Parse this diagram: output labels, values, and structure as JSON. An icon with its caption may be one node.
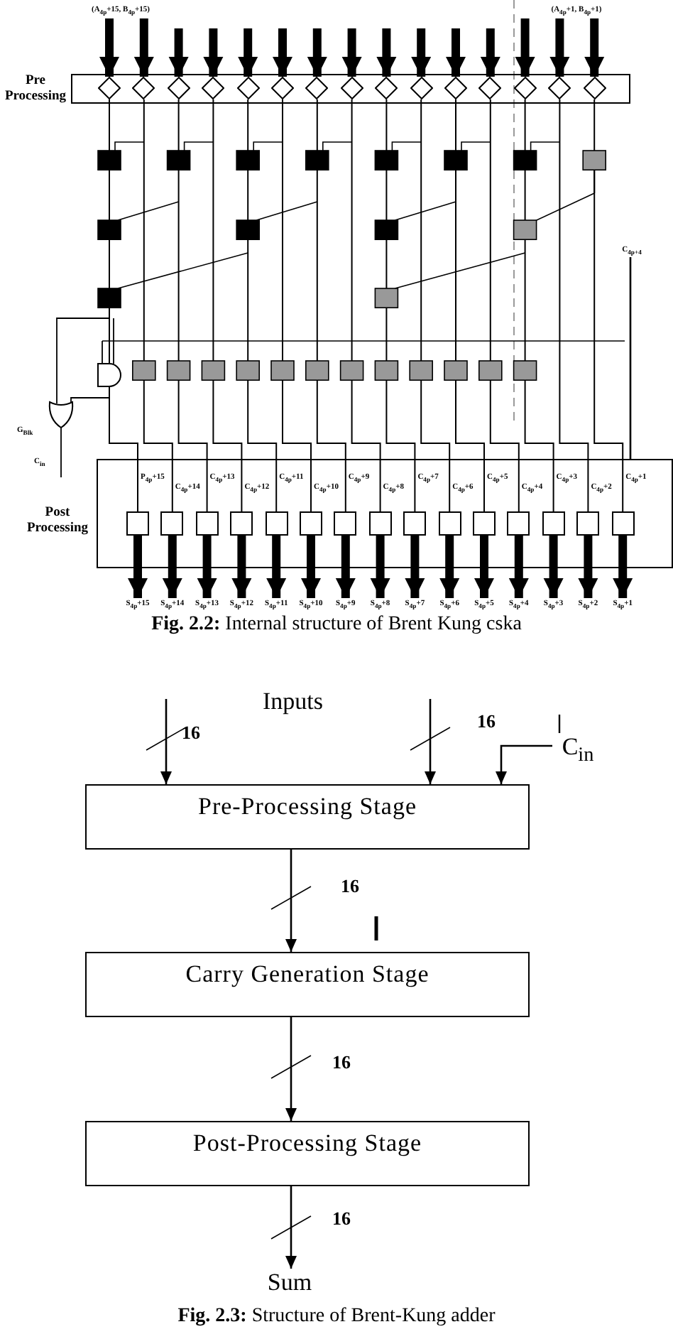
{
  "diagram": {
    "nodes": [
      {
        "text": [
          "Pre Processing"
        ]
      },
      {
        "text": [],
        "shape": "diamond",
        "in": 0
      },
      {
        "text": [],
        "shape": "diamond",
        "in": 0
      },
      {
        "text": [],
        "shape": "diamond",
        "in": 0
      },
      {
        "text": [],
        "shape": "diamond",
        "in": 0
      },
      {
        "text": [],
        "shape": "diamond",
        "in": 0
      },
      {
        "text": [],
        "shape": "diamond",
        "in": 0
      },
      {
        "text": [],
        "shape": "diamond",
        "in": 0
      },
      {
        "text": [],
        "shape": "diamond",
        "in": 0
      },
      {
        "text": [],
        "shape": "diamond",
        "in": 0
      },
      {
        "text": [],
        "shape": "diamond",
        "in": 0
      },
      {
        "text": [],
        "shape": "diamond",
        "in": 0
      },
      {
        "text": [],
        "shape": "diamond",
        "in": 0
      },
      {
        "text": [],
        "shape": "diamond",
        "in": 0
      },
      {
        "text": [],
        "shape": "diamond",
        "in": 0
      },
      {
        "text": [],
        "shape": "diamond",
        "in": 0
      },
      {
        "text": [
          "Post Processing"
        ]
      },
      {
        "text": [],
        "shape": "box",
        "in": 16
      },
      {
        "text": [],
        "shape": "box",
        "in": 16
      },
      {
        "text": [],
        "shape": "box",
        "in": 16
      },
      {
        "text": [],
        "shape": "box",
        "in": 16
      },
      {
        "text": [],
        "shape": "box",
        "in": 16
      },
      {
        "text": [],
        "shape": "box",
        "in": 16
      },
      {
        "text": [],
        "shape": "box",
        "in": 16
      },
      {
        "text": [],
        "shape": "box",
        "in": 16
      },
      {
        "text": [],
        "shape": "box",
        "in": 16
      },
      {
        "text": [],
        "shape": "box",
        "in": 16
      },
      {
        "text": [],
        "shape": "box",
        "in": 16
      },
      {
        "text": [],
        "shape": "box",
        "in": 16
      },
      {
        "text": [],
        "shape": "box",
        "in": 16
      },
      {
        "text": [],
        "shape": "box",
        "in": 16
      },
      {
        "text": [],
        "shape": "box",
        "in": 16
      },
      {
        "text": [
          "Pre-Processing Stage"
        ]
      },
      {
        "text": [
          "Carry Generation Stage"
        ]
      },
      {
        "text": [
          "Post-Processing Stage"
        ]
      },
      {
        "text": [
          "Sum"
        ]
      },
      {
        "text": [
          "C$_{in}$"
        ]
      },
      {
        "text": [
          "C$_{4p+4}$"
        ]
      },
      {
        "text": [
          "(A$_{4p}$+15, B$_{4p}$+15)"
        ]
      },
      {
        "text": [
          "(A$_{4p}$+1, B$_{4p}$+1)"
        ]
      },
      {
        "text": [
          "S$_{4p}$+15"
        ]
      },
      {
        "text": [
          "S$_{4p}$+14"
        ]
      },
      {
        "text": [
          "S$_{4p}$+13"
        ]
      },
      {
        "text": [
          "S$_{4p}$+12"
        ]
      },
      {
        "text": [
          "S$_{4p}$+11"
        ]
      },
      {
        "text": [
          "S$_{4p}$+10"
        ]
      },
      {
        "text": [
          "S$_{4p}$+9"
        ]
      },
      {
        "text": [
          "S$_{4p}$+8"
        ]
      },
      {
        "text": [
          "S$_{4p}$+7"
        ]
      },
      {
        "text": [
          "S$_{4p}$+6"
        ]
      },
      {
        "text": [
          "S$_{4p}$+5"
        ]
      },
      {
        "text": [
          "S$_{4p}$+4"
        ]
      },
      {
        "text": [
          "S$_{4p}$+3"
        ]
      },
      {
        "text": [
          "S$_{4p}$+2"
        ]
      },
      {
        "text": [
          "S$_{4p}$+1"
        ]
      }
    ],
    "edges": [
      {
        "from": 38,
        "to": 1,
        "arrow": "to"
      },
      {
        "from": 38,
        "to": 2,
        "arrow": "to"
      },
      {
        "from": null,
        "to": 3,
        "arrow": "to"
      },
      {
        "from": null,
        "to": 4,
        "arrow": "to"
      },
      {
        "from": null,
        "to": 5,
        "arrow": "to"
      },
      {
        "from": null,
        "to": 6,
        "arrow": "to"
      },
      {
        "from": null,
        "to": 7,
        "arrow": "to"
      },
      {
        "from": null,
        "to": 8,
        "arrow": "to"
      },
      {
        "from": null,
        "to": 9,
        "arrow": "to"
      },
      {
        "from": null,
        "to": 10,
        "arrow": "to"
      },
      {
        "from": null,
        "to": 11,
        "arrow": "to"
      },
      {
        "from": null,
        "to": 12,
        "arrow": "to"
      },
      {
        "from": 39,
        "to": 13,
        "arrow": "to"
      },
      {
        "from": 39,
        "to": 14,
        "arrow": "to"
      },
      {
        "from": 39,
        "to": 15,
        "arrow": "to"
      },
      {
        "from": 1,
        "to": 17,
        "arrow": "none"
      },
      {
        "from": 2,
        "to": 18,
        "arrow": "none"
      },
      {
        "from": 3,
        "to": 19,
        "arrow": "none"
      },
      {
        "from": 4,
        "to": 20,
        "arrow": "none"
      },
      {
        "from": 5,
        "to": 21,
        "arrow": "none"
      },
      {
        "from": 6,
        "to": 22,
        "arrow": "none"
      },
      {
        "from": 7,
        "to": 23,
        "arrow": "none"
      },
      {
        "from": 8,
        "to": 24,
        "arrow": "none"
      },
      {
        "from": 9,
        "to": 25,
        "arrow": "none"
      },
      {
        "from": 10,
        "to": 26,
        "arrow": "none"
      },
      {
        "from": 11,
        "to": 27,
        "arrow": "none"
      },
      {
        "from": 12,
        "to": 28,
        "arrow": "none"
      },
      {
        "from": 13,
        "to": 29,
        "arrow": "none"
      },
      {
        "from": 14,
        "to": 30,
        "arrow": "none"
      },
      {
        "from": 15,
        "to": 31,
        "arrow": "none"
      },
      {
        "from": 17,
        "to": 40,
        "arrow": "to"
      },
      {
        "from": 18,
        "to": 41,
        "arrow": "to"
      },
      {
        "from": 19,
        "to": 42,
        "arrow": "to"
      },
      {
        "from": 20,
        "to": 43,
        "arrow": "to"
      },
      {
        "from": 21,
        "to": 44,
        "arrow": "to"
      },
      {
        "from": 22,
        "to": 45,
        "arrow": "to"
      },
      {
        "from": 23,
        "to": 46,
        "arrow": "to"
      },
      {
        "from": 24,
        "to": 47,
        "arrow": "to"
      },
      {
        "from": 25,
        "to": 48,
        "arrow": "to"
      },
      {
        "from": 26,
        "to": 49,
        "arrow": "to"
      },
      {
        "from": 27,
        "to": 50,
        "arrow": "to"
      },
      {
        "from": 28,
        "to": 51,
        "arrow": "to"
      },
      {
        "from": 29,
        "to": 52,
        "arrow": "to"
      },
      {
        "from": 30,
        "to": 53,
        "arrow": "to"
      },
      {
        "from": 31,
        "to": 54,
        "arrow": "to"
      },
      {
        "from": null,
        "to": 32,
        "arrow": "to",
        "label": "16"
      },
      {
        "from": null,
        "to": 32,
        "arrow": "to",
        "label": "16"
      },
      {
        "from": 36,
        "to": 32,
        "arrow": "to"
      },
      {
        "from": 32,
        "to": 33,
        "arrow": "to",
        "label": "16"
      },
      {
        "from": 33,
        "to": 34,
        "arrow": "to",
        "label": "16"
      },
      {
        "from": 34,
        "to": 35,
        "arrow": "to",
        "label": "16"
      },
      {
        "from": 37,
        "to": 16,
        "arrow": "none"
      }
    ],
    "labels": [
      "G$_{Blk}$",
      "C$_{in}$",
      "P$_{4p}$+15",
      "C$_{4p}$+14",
      "C$_{4p}$+13",
      "C$_{4p}$+12",
      "C$_{4p}$+11",
      "C$_{4p}$+10",
      "C$_{4p}$+9",
      "C$_{4p}$+8",
      "C$_{4p}$+7",
      "C$_{4p}$+6",
      "C$_{4p}$+5",
      "C$_{4p}$+4",
      "C$_{4p}$+3",
      "C$_{4p}$+2",
      "C$_{4p}$+1",
      "**Fig. 2.2:** Internal structure of Brent Kung cska",
      "Inputs",
      "**Fig. 2.3:** Structure of Brent-Kung adder"
    ]
  }
}
